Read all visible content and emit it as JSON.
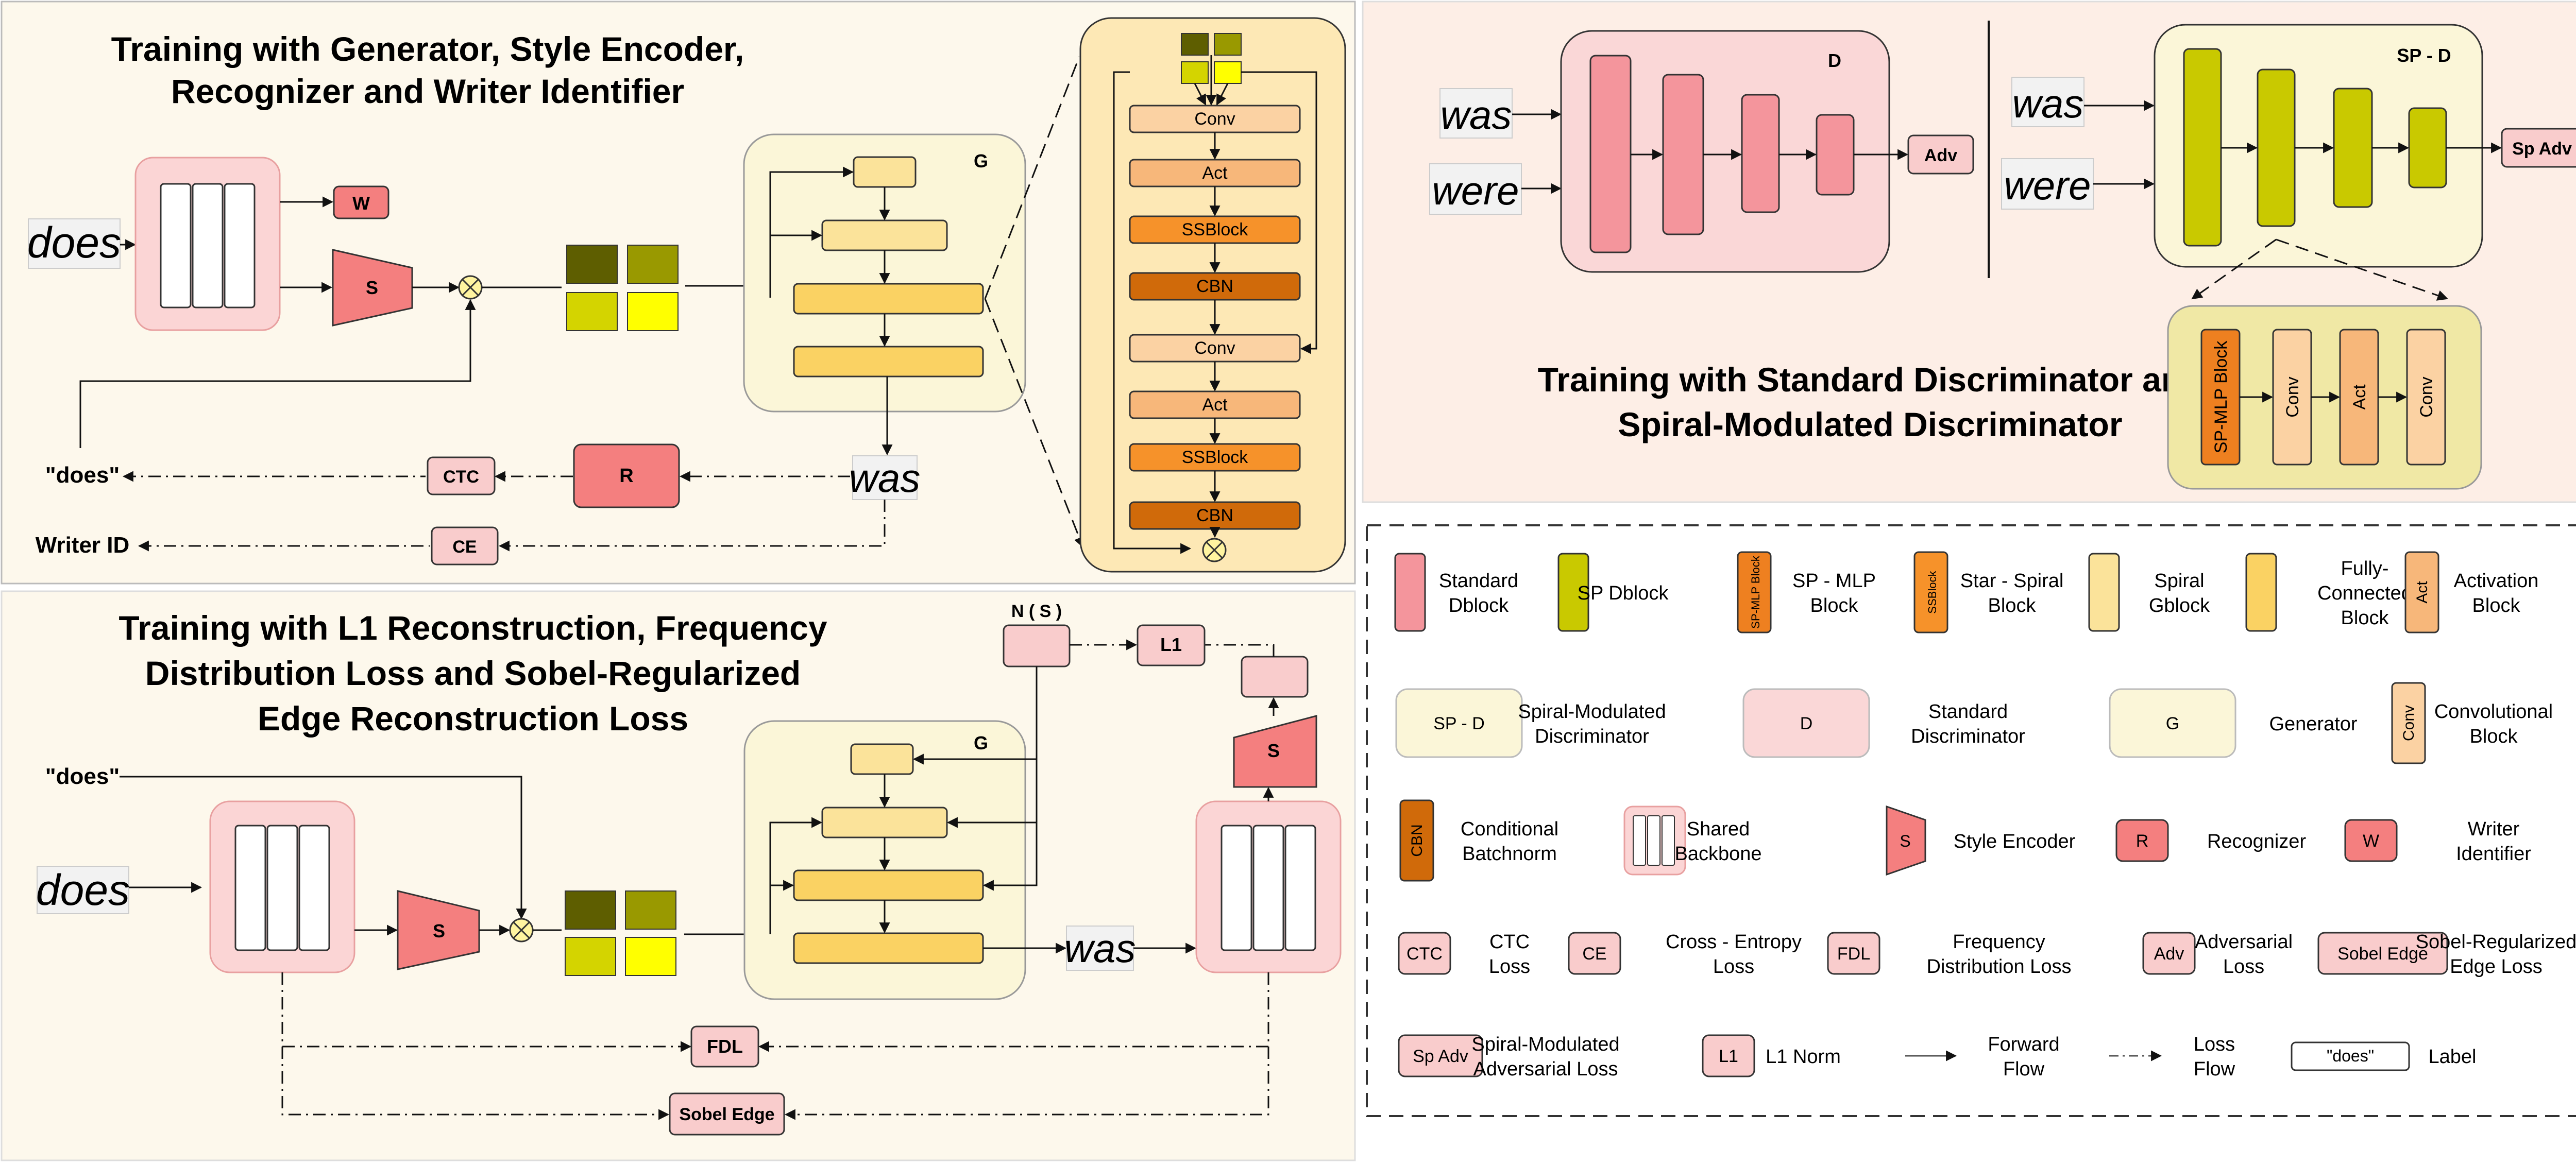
{
  "panels": {
    "top_left": {
      "title_lines": [
        "Training with Generator, Style Encoder,",
        "Recognizer and Writer Identifier"
      ],
      "input_word": "does",
      "label_text": "\"does\"",
      "writer_id": "Writer ID",
      "w_box": "W",
      "s_box": "S",
      "g_label": "G",
      "ctc_box": "CTC",
      "r_box": "R",
      "ce_box": "CE",
      "output_word": "was",
      "detail_blocks": [
        "Conv",
        "Act",
        "SSBlock",
        "CBN",
        "Conv",
        "Act",
        "SSBlock",
        "CBN"
      ]
    },
    "top_right": {
      "title_lines": [
        "Training with Standard Discriminator and",
        "Spiral-Modulated Discriminator"
      ],
      "word_was": "was",
      "word_were": "were",
      "d_label": "D",
      "adv_box": "Adv",
      "spd_label": "SP - D",
      "sp_adv_box": "Sp Adv",
      "detail_blocks": [
        "SP-MLP Block",
        "Conv",
        "Act",
        "Conv"
      ]
    },
    "bottom_left": {
      "title_lines": [
        "Training with L1 Reconstruction, Frequency",
        "Distribution Loss and Sobel-Regularized",
        "Edge Reconstruction Loss"
      ],
      "label_text": "\"does\"",
      "input_word": "does",
      "output_word": "was",
      "ns_label": "N ( S )",
      "l1_box": "L1",
      "g_label": "G",
      "s_box": "S",
      "s2_box": "S",
      "fdl_box": "FDL",
      "sobel_box": "Sobel Edge"
    }
  },
  "legend": {
    "items": [
      {
        "icon": "",
        "lines": [
          "Standard",
          "Dblock"
        ]
      },
      {
        "icon": "",
        "lines": [
          "SP Dblock"
        ]
      },
      {
        "icon": "SP-MLP Block",
        "lines": [
          "SP - MLP",
          "Block"
        ]
      },
      {
        "icon": "SSBlock",
        "lines": [
          "Star - Spiral",
          "Block"
        ]
      },
      {
        "icon": "",
        "lines": [
          "Spiral",
          "Gblock"
        ]
      },
      {
        "icon": "",
        "lines": [
          "Fully-",
          "Connected",
          "Block"
        ]
      },
      {
        "icon": "Act",
        "lines": [
          "Activation",
          "Block"
        ]
      },
      {
        "icon": "SP - D",
        "lines": [
          "Spiral-Modulated",
          "Discriminator"
        ]
      },
      {
        "icon": "D",
        "lines": [
          "Standard",
          "Discriminator"
        ]
      },
      {
        "icon": "G",
        "lines": [
          "Generator"
        ]
      },
      {
        "icon": "Conv",
        "lines": [
          "Convolutional",
          "Block"
        ]
      },
      {
        "icon": "CBN",
        "lines": [
          "Conditional",
          "Batchnorm"
        ]
      },
      {
        "icon": "",
        "lines": [
          "Shared",
          "Backbone"
        ]
      },
      {
        "icon": "S",
        "lines": [
          "Style Encoder"
        ]
      },
      {
        "icon": "R",
        "lines": [
          "Recognizer"
        ]
      },
      {
        "icon": "W",
        "lines": [
          "Writer",
          "Identifier"
        ]
      },
      {
        "icon": "CTC",
        "lines": [
          "CTC",
          "Loss"
        ]
      },
      {
        "icon": "CE",
        "lines": [
          "Cross - Entropy",
          "Loss"
        ]
      },
      {
        "icon": "FDL",
        "lines": [
          "Frequency",
          "Distribution Loss"
        ]
      },
      {
        "icon": "Adv",
        "lines": [
          "Adversarial",
          "Loss"
        ]
      },
      {
        "icon": "Sobel Edge",
        "lines": [
          "Sobel-Regularized",
          "Edge Loss"
        ]
      },
      {
        "icon": "Sp Adv",
        "lines": [
          "Spiral-Modulated",
          "Adversarial Loss"
        ]
      },
      {
        "icon": "L1",
        "lines": [
          "L1 Norm"
        ]
      },
      {
        "icon": "",
        "lines": [
          "Forward",
          "Flow"
        ]
      },
      {
        "icon": "",
        "lines": [
          "Loss",
          "Flow"
        ]
      },
      {
        "icon": "\"does\"",
        "lines": [
          "Label"
        ]
      }
    ]
  },
  "colors": {
    "panel_bg": "#fdf8ec",
    "panel_bg_right": "#fdeee6",
    "standard_dblock": "#f4959c",
    "sp_dblock": "#c9c900",
    "sp_mlp": "#ee8020",
    "ssblock": "#f6922a",
    "gblock": "#fbe39a",
    "fc_block": "#fad263",
    "act": "#f7b77a",
    "conv": "#fbd2a3",
    "cbn": "#d06a0a",
    "backbone": "#fbd5d5",
    "d_bg": "#fad7d7",
    "g_bg": "#fbf6d8",
    "style_enc": "#f47f7f",
    "loss_box": "#f9cccc",
    "style_quad": [
      "#5e5e00",
      "#999900",
      "#d4d400",
      "#ffff00"
    ]
  }
}
